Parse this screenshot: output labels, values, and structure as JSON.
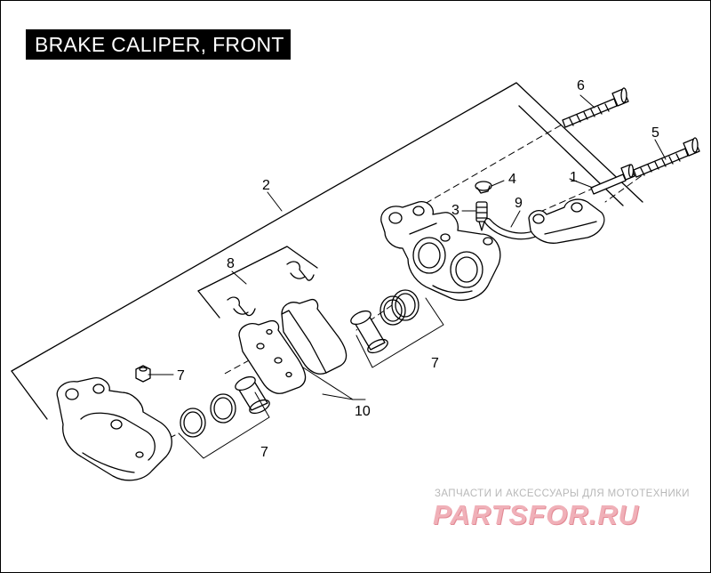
{
  "title": "BRAKE CALIPER, FRONT",
  "callouts": {
    "c1": "1",
    "c2": "2",
    "c3": "3",
    "c4": "4",
    "c5": "5",
    "c6": "6",
    "c7a": "7",
    "c7b": "7",
    "c7c": "7",
    "c8": "8",
    "c9": "9",
    "c10": "10"
  },
  "watermark": {
    "small": "ЗАПЧАСТИ И АКСЕССУАРЫ ДЛЯ МОТОТЕХНИКИ",
    "big": "PARTSFOR.RU"
  },
  "colors": {
    "line": "#000000",
    "watermark_text": "#b8b8b8",
    "watermark_logo": "#f0b0b8"
  }
}
